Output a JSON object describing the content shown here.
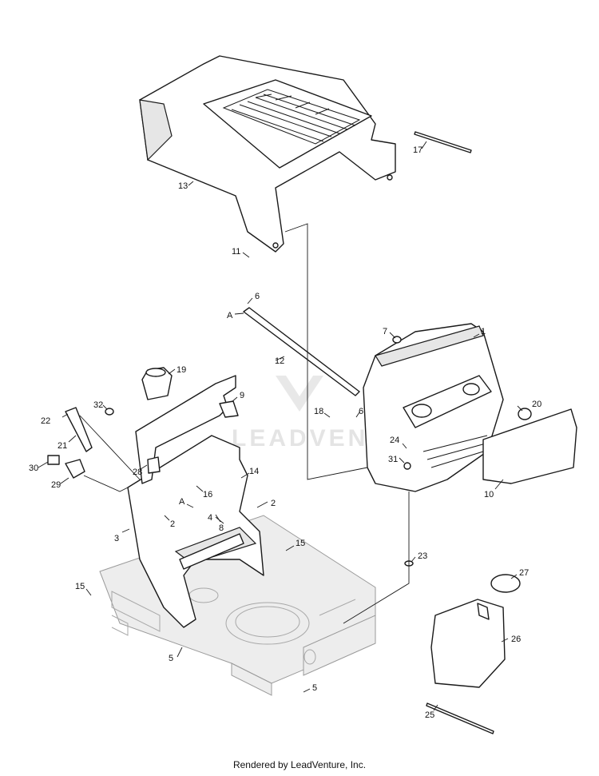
{
  "watermark": "LEADVENTURE",
  "footer": "Rendered by LeadVenture, Inc.",
  "callouts": {
    "c1": "1",
    "c2a": "2",
    "c2b": "2",
    "c3": "3",
    "c4": "4",
    "c5a": "5",
    "c5b": "5",
    "c6a": "6",
    "c6b": "6",
    "c7": "7",
    "c8": "8",
    "c9": "9",
    "c10": "10",
    "c11": "11",
    "c12": "12",
    "c13": "13",
    "c14": "14",
    "c15a": "15",
    "c15b": "15",
    "c16": "16",
    "c17": "17",
    "c18": "18",
    "c19": "19",
    "c20": "20",
    "c21": "21",
    "c22": "22",
    "c23": "23",
    "c24": "24",
    "c25": "25",
    "c26": "26",
    "c27": "27",
    "c28": "28",
    "c29": "29",
    "c30": "30",
    "c31": "31",
    "c32": "32",
    "refA1": "A",
    "refA2": "A"
  }
}
